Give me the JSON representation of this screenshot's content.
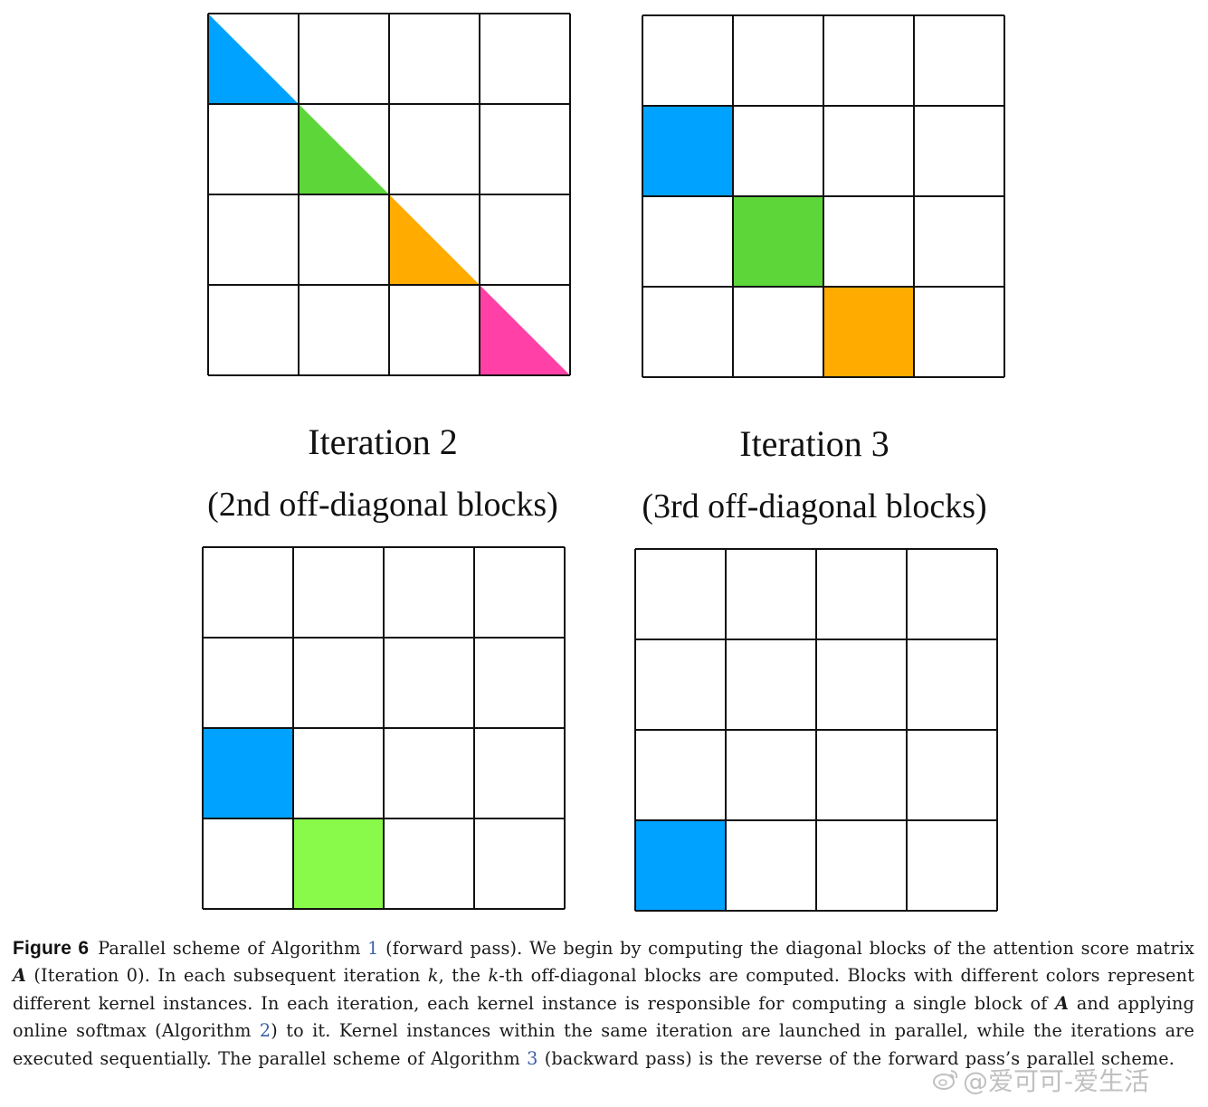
{
  "grids": {
    "top_left": {
      "cells_per_side": 4,
      "filled": [
        {
          "row": 0,
          "col": 0,
          "shape": "triangle",
          "color": "#00A2FF"
        },
        {
          "row": 1,
          "col": 1,
          "shape": "triangle",
          "color": "#5DD63A"
        },
        {
          "row": 2,
          "col": 2,
          "shape": "triangle",
          "color": "#FFAB00"
        },
        {
          "row": 3,
          "col": 3,
          "shape": "triangle",
          "color": "#FF40A6"
        }
      ]
    },
    "top_right": {
      "cells_per_side": 4,
      "filled": [
        {
          "row": 1,
          "col": 0,
          "shape": "square",
          "color": "#00A2FF"
        },
        {
          "row": 2,
          "col": 1,
          "shape": "square",
          "color": "#5DD63A"
        },
        {
          "row": 3,
          "col": 2,
          "shape": "square",
          "color": "#FFAB00"
        }
      ]
    },
    "bottom_left": {
      "cells_per_side": 4,
      "filled": [
        {
          "row": 2,
          "col": 0,
          "shape": "square",
          "color": "#00A2FF"
        },
        {
          "row": 3,
          "col": 1,
          "shape": "square",
          "color": "#89F94A"
        }
      ]
    },
    "bottom_right": {
      "cells_per_side": 4,
      "filled": [
        {
          "row": 3,
          "col": 0,
          "shape": "square",
          "color": "#00A2FF"
        }
      ]
    }
  },
  "labels": {
    "iteration_2_title": "Iteration 2",
    "iteration_2_subtitle": "(2nd off-diagonal blocks)",
    "iteration_3_title": "Iteration 3",
    "iteration_3_subtitle": "(3rd off-diagonal blocks)"
  },
  "caption": {
    "figure_label": "Figure 6",
    "t1": "Parallel scheme of Algorithm ",
    "ref1": "1",
    "t2": " (forward pass). We begin by computing the diagonal blocks of the attention score matrix ",
    "matrix_symbol": "A",
    "t3": " (Iteration 0). In each subsequent iteration ",
    "k1": "k",
    "t4": ", the ",
    "k2": "k",
    "t5": "-th off-diagonal blocks are computed. Blocks with different colors represent different kernel instances. In each iteration, each kernel instance is responsible for computing a single block of ",
    "matrix_symbol_2": "A",
    "t6": " and applying online softmax (Algorithm ",
    "ref2": "2",
    "t7": ") to it. Kernel instances within the same iteration are launched in parallel, while the iterations are executed sequentially. The parallel scheme of Algorithm ",
    "ref3": "3",
    "t8": " (backward pass) is the reverse of the forward pass’s parallel scheme."
  },
  "watermark": {
    "text": "@爱可可-爱生活",
    "icon": "weibo-icon"
  }
}
